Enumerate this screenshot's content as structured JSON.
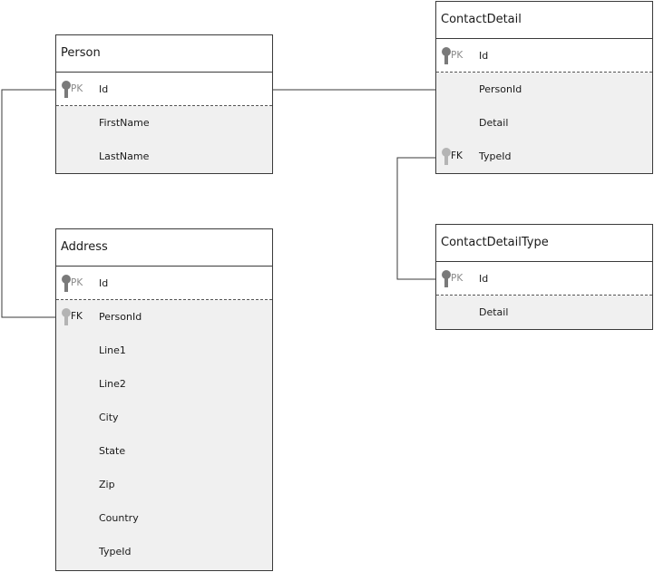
{
  "entities": [
    {
      "id": "person",
      "title": "Person",
      "fields": [
        {
          "name": "Id",
          "key": "PK"
        },
        {
          "name": "FirstName",
          "key": ""
        },
        {
          "name": "LastName",
          "key": ""
        }
      ]
    },
    {
      "id": "address",
      "title": "Address",
      "fields": [
        {
          "name": "Id",
          "key": "PK"
        },
        {
          "name": "PersonId",
          "key": "FK"
        },
        {
          "name": "Line1",
          "key": ""
        },
        {
          "name": "Line2",
          "key": ""
        },
        {
          "name": "City",
          "key": ""
        },
        {
          "name": "State",
          "key": ""
        },
        {
          "name": "Zip",
          "key": ""
        },
        {
          "name": "Country",
          "key": ""
        },
        {
          "name": "TypeId",
          "key": ""
        }
      ]
    },
    {
      "id": "contactdetail",
      "title": "ContactDetail",
      "fields": [
        {
          "name": "Id",
          "key": "PK"
        },
        {
          "name": "PersonId",
          "key": ""
        },
        {
          "name": "Detail",
          "key": ""
        },
        {
          "name": "TypeId",
          "key": "FK"
        }
      ]
    },
    {
      "id": "contactdetailtype",
      "title": "ContactDetailType",
      "fields": [
        {
          "name": "Id",
          "key": "PK"
        },
        {
          "name": "Detail",
          "key": ""
        }
      ]
    }
  ],
  "relationships": [
    {
      "from": "address.PersonId",
      "to": "person.Id"
    },
    {
      "from": "person.Id",
      "to": "contactdetail.PersonId"
    },
    {
      "from": "contactdetail.TypeId",
      "to": "contactdetailtype.Id"
    }
  ],
  "colors": {
    "border": "#3a3a3a",
    "body_fill": "#f0f0f0",
    "pk_icon": "#7a7a7a",
    "fk_icon": "#b4b4b4",
    "line": "#3a3a3a"
  },
  "icons": {
    "pk": "key-icon",
    "fk": "key-icon"
  }
}
